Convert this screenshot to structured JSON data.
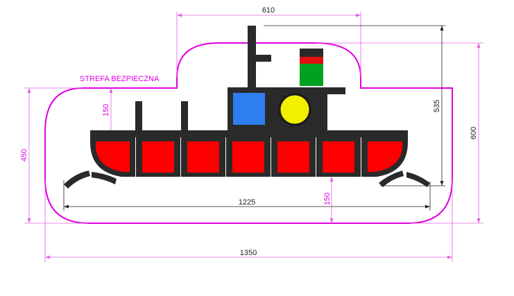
{
  "zone": {
    "label": "STREFA BEZPIECZNA"
  },
  "dimensions": {
    "top_width": "610",
    "total_width": "1350",
    "ship_width": "1225",
    "zone_height_right": "600",
    "zone_height_left": "450",
    "ship_height": "535",
    "margin_left": "150",
    "margin_bottom": "150"
  },
  "colors": {
    "zone_outline": "#e000e0",
    "dimension_line": "#e060e0",
    "hull_block": "#2a2a2a",
    "panel_red": "#ff0000",
    "window_blue": "#2f7ef0",
    "porthole_yellow": "#f0f000",
    "chimney_green": "#00a020",
    "chimney_red": "#e01010"
  }
}
